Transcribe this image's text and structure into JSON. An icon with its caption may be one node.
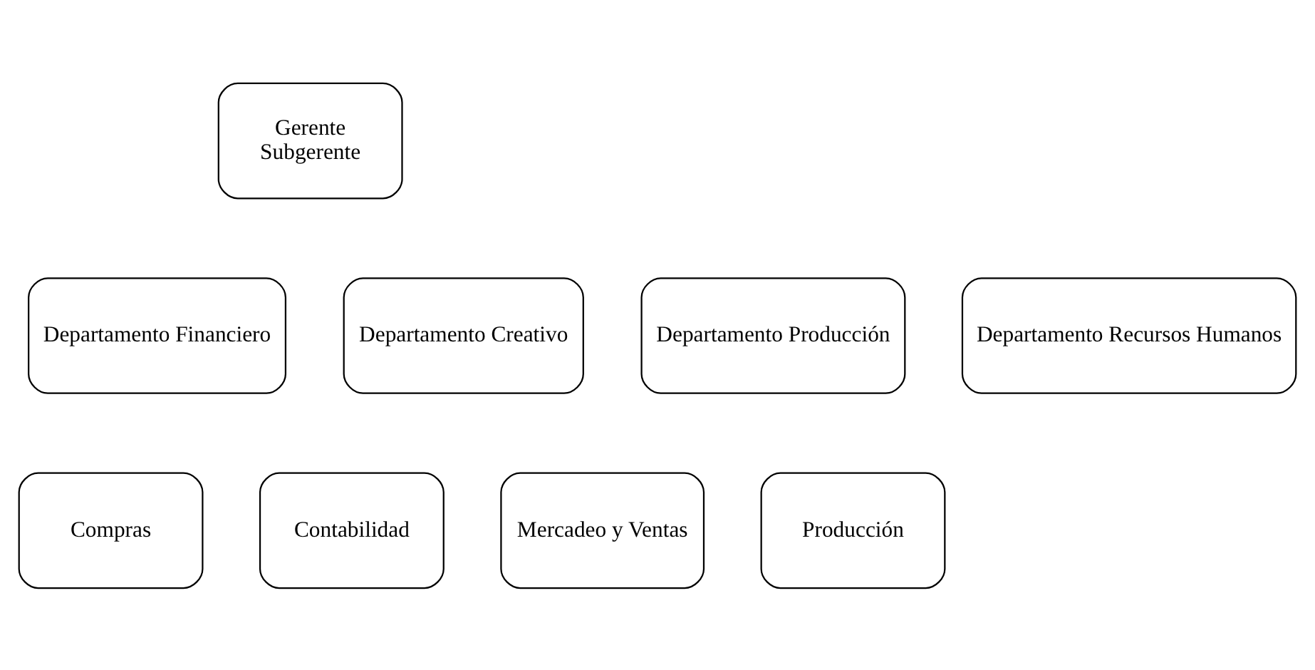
{
  "diagram": {
    "nodes": [
      {
        "text": [
          "Gerente",
          "Subgerente"
        ]
      },
      {
        "text": [
          "Departamento Financiero"
        ]
      },
      {
        "text": [
          "Departamento Creativo"
        ]
      },
      {
        "text": [
          "Departamento Producción"
        ]
      },
      {
        "text": [
          "Departamento Recursos Humanos"
        ]
      },
      {
        "text": [
          "Compras"
        ]
      },
      {
        "text": [
          "Contabilidad"
        ]
      },
      {
        "text": [
          "Mercadeo y Ventas"
        ]
      },
      {
        "text": [
          "Producción"
        ]
      }
    ]
  }
}
